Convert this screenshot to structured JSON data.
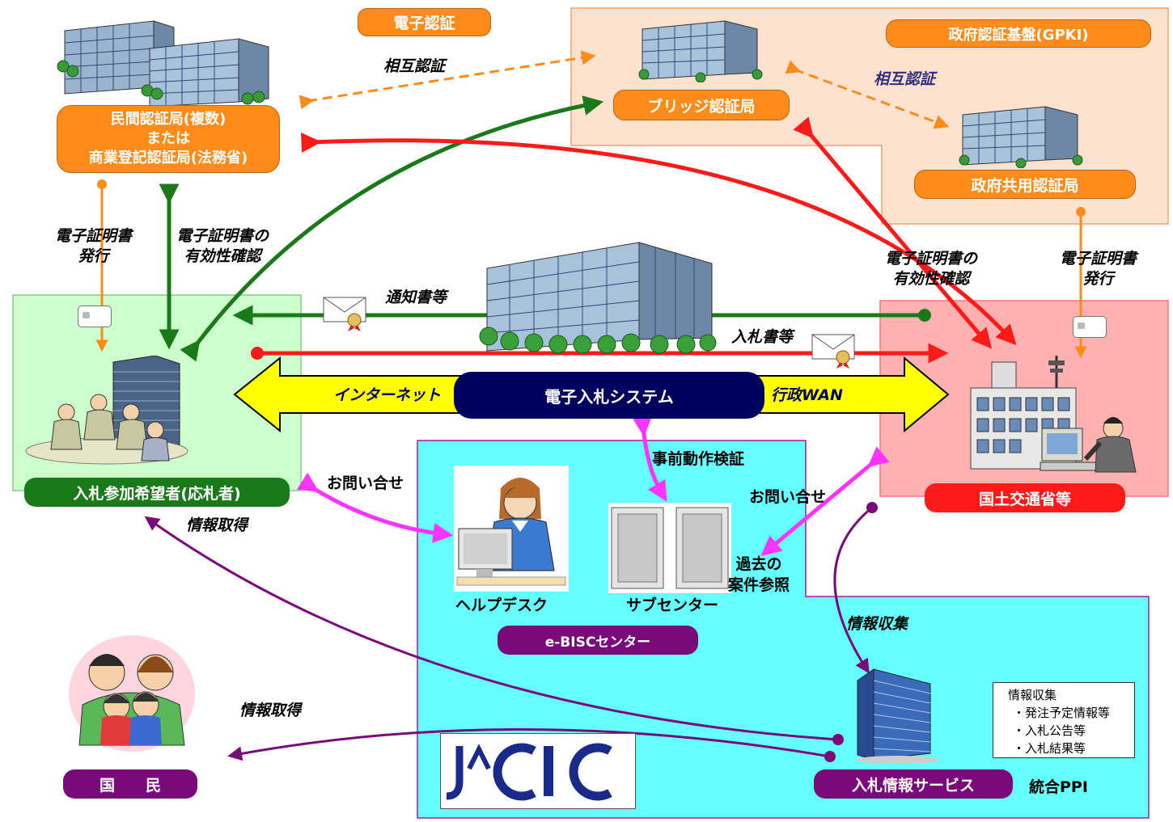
{
  "denshi_ninsho": "電子認証",
  "gpki": "政府認証基盤(GPKI)",
  "sogo_ninsho_left": "相互認証",
  "sogo_ninsho_right": "相互認証",
  "bridge": "ブリッジ認証局",
  "gov_shared": "政府共用認証局",
  "private_ca": {
    "line1": "民間認証局(複数)",
    "line2": "または",
    "line3": "商業登記認証局(法務省)"
  },
  "cert_issue_left": [
    "電子証明書",
    "発行"
  ],
  "cert_valid_left": [
    "電子証明書の",
    "有効性確認"
  ],
  "cert_valid_right": [
    "電子証明書の",
    "有効性確認"
  ],
  "cert_issue_right": [
    "電子証明書",
    "発行"
  ],
  "notice": "通知書等",
  "bid_docs": "入札書等",
  "internet": "インターネット",
  "e_bid_system": "電子入札システム",
  "gov_wan": "行政WAN",
  "bidder": "入札参加希望者(応札者)",
  "mlit": "国土交通省等",
  "inquiry_left": "お問い合せ",
  "inquiry_right": "お問い合せ",
  "pre_check": "事前動作検証",
  "helpdesk": "ヘルプデスク",
  "subcenter": "サブセンター",
  "past_cases": [
    "過去の",
    "案件参照"
  ],
  "ebisc": "e-BISCセンター",
  "info_get_top": "情報取得",
  "info_get_bottom": "情報取得",
  "info_collect": "情報収集",
  "public": "国　　民",
  "bid_info_service": "入札情報サービス",
  "ppi": "統合PPI",
  "info_box": {
    "title": "情報収集",
    "items": [
      "・発注予定情報等",
      "・入札公告等",
      "・入札結果等"
    ]
  },
  "jacic_logo": "JACIC",
  "colors": {
    "orange": "#ff8c1a",
    "green_dark": "#1a7a1a",
    "red": "#ff1a1a",
    "navy": "#00005e",
    "purple": "#7a0a7a",
    "magenta": "#ff33ff",
    "cyan_bg": "#66ffff",
    "peach_bg": "#fde0cc",
    "green_bg": "#ccffcc",
    "pink_bg": "#ffaaaa"
  }
}
